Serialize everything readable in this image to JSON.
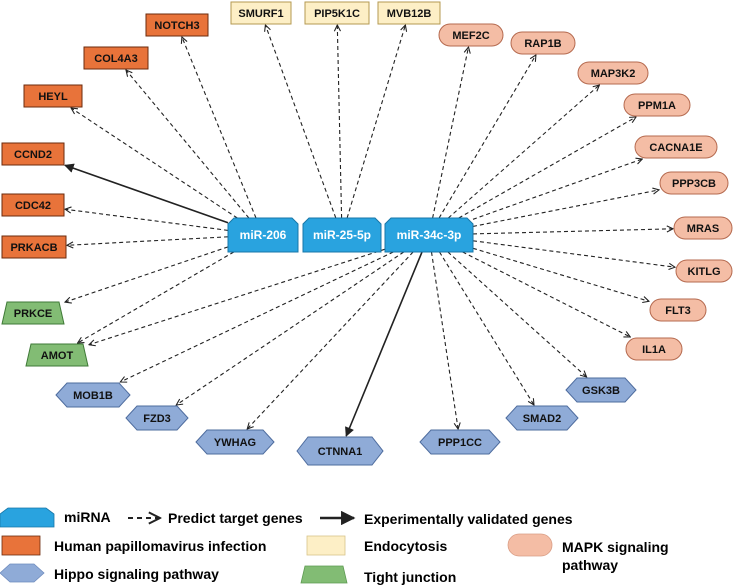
{
  "colors": {
    "mirna": "#29a3df",
    "hpv": "#e8733a",
    "endocytosis": "#fdefc6",
    "mapk": "#f4bda5",
    "hippo": "#8fabd7",
    "tight": "#82bc74",
    "edge": "#222222"
  },
  "mirnas": [
    {
      "id": "m206",
      "label": "miR-206"
    },
    {
      "id": "m25",
      "label": "miR-25-5p"
    },
    {
      "id": "m34",
      "label": "miR-34c-3p"
    }
  ],
  "genes": [
    {
      "id": "NOTCH3",
      "label": "NOTCH3",
      "group": "hpv"
    },
    {
      "id": "COL4A3",
      "label": "COL4A3",
      "group": "hpv"
    },
    {
      "id": "HEYL",
      "label": "HEYL",
      "group": "hpv"
    },
    {
      "id": "CCND2",
      "label": "CCND2",
      "group": "hpv"
    },
    {
      "id": "CDC42",
      "label": "CDC42",
      "group": "hpv"
    },
    {
      "id": "PRKACB",
      "label": "PRKACB",
      "group": "hpv"
    },
    {
      "id": "SMURF1",
      "label": "SMURF1",
      "group": "endocytosis"
    },
    {
      "id": "PIP5K1C",
      "label": "PIP5K1C",
      "group": "endocytosis"
    },
    {
      "id": "MVB12B",
      "label": "MVB12B",
      "group": "endocytosis"
    },
    {
      "id": "MEF2C",
      "label": "MEF2C",
      "group": "mapk"
    },
    {
      "id": "RAP1B",
      "label": "RAP1B",
      "group": "mapk"
    },
    {
      "id": "MAP3K2",
      "label": "MAP3K2",
      "group": "mapk"
    },
    {
      "id": "PPM1A",
      "label": "PPM1A",
      "group": "mapk"
    },
    {
      "id": "CACNA1E",
      "label": "CACNA1E",
      "group": "mapk"
    },
    {
      "id": "PPP3CB",
      "label": "PPP3CB",
      "group": "mapk"
    },
    {
      "id": "MRAS",
      "label": "MRAS",
      "group": "mapk"
    },
    {
      "id": "KITLG",
      "label": "KITLG",
      "group": "mapk"
    },
    {
      "id": "FLT3",
      "label": "FLT3",
      "group": "mapk"
    },
    {
      "id": "IL1A",
      "label": "IL1A",
      "group": "mapk"
    },
    {
      "id": "PRKCE",
      "label": "PRKCE",
      "group": "tight"
    },
    {
      "id": "AMOT",
      "label": "AMOT",
      "group": "tight"
    },
    {
      "id": "MOB1B",
      "label": "MOB1B",
      "group": "hippo"
    },
    {
      "id": "FZD3",
      "label": "FZD3",
      "group": "hippo"
    },
    {
      "id": "YWHAG",
      "label": "YWHAG",
      "group": "hippo"
    },
    {
      "id": "CTNNA1",
      "label": "CTNNA1",
      "group": "hippo"
    },
    {
      "id": "PPP1CC",
      "label": "PPP1CC",
      "group": "hippo"
    },
    {
      "id": "SMAD2",
      "label": "SMAD2",
      "group": "hippo"
    },
    {
      "id": "GSK3B",
      "label": "GSK3B",
      "group": "hippo"
    }
  ],
  "edges": [
    {
      "from": "m206",
      "to": "NOTCH3",
      "type": "predicted"
    },
    {
      "from": "m206",
      "to": "COL4A3",
      "type": "predicted"
    },
    {
      "from": "m206",
      "to": "HEYL",
      "type": "predicted"
    },
    {
      "from": "m206",
      "to": "CCND2",
      "type": "validated"
    },
    {
      "from": "m206",
      "to": "CDC42",
      "type": "predicted"
    },
    {
      "from": "m206",
      "to": "PRKACB",
      "type": "predicted"
    },
    {
      "from": "m206",
      "to": "PRKCE",
      "type": "predicted"
    },
    {
      "from": "m206",
      "to": "AMOT",
      "type": "predicted"
    },
    {
      "from": "m25",
      "to": "SMURF1",
      "type": "predicted"
    },
    {
      "from": "m25",
      "to": "PIP5K1C",
      "type": "predicted"
    },
    {
      "from": "m25",
      "to": "MVB12B",
      "type": "predicted"
    },
    {
      "from": "m34",
      "to": "MEF2C",
      "type": "predicted"
    },
    {
      "from": "m34",
      "to": "RAP1B",
      "type": "predicted"
    },
    {
      "from": "m34",
      "to": "MAP3K2",
      "type": "predicted"
    },
    {
      "from": "m34",
      "to": "PPM1A",
      "type": "predicted"
    },
    {
      "from": "m34",
      "to": "CACNA1E",
      "type": "predicted"
    },
    {
      "from": "m34",
      "to": "PPP3CB",
      "type": "predicted"
    },
    {
      "from": "m34",
      "to": "MRAS",
      "type": "predicted"
    },
    {
      "from": "m34",
      "to": "KITLG",
      "type": "predicted"
    },
    {
      "from": "m34",
      "to": "FLT3",
      "type": "predicted"
    },
    {
      "from": "m34",
      "to": "IL1A",
      "type": "predicted"
    },
    {
      "from": "m34",
      "to": "AMOT",
      "type": "predicted"
    },
    {
      "from": "m34",
      "to": "MOB1B",
      "type": "predicted"
    },
    {
      "from": "m34",
      "to": "FZD3",
      "type": "predicted"
    },
    {
      "from": "m34",
      "to": "YWHAG",
      "type": "predicted"
    },
    {
      "from": "m34",
      "to": "CTNNA1",
      "type": "validated"
    },
    {
      "from": "m34",
      "to": "PPP1CC",
      "type": "predicted"
    },
    {
      "from": "m34",
      "to": "SMAD2",
      "type": "predicted"
    },
    {
      "from": "m34",
      "to": "GSK3B",
      "type": "predicted"
    }
  ],
  "legend": {
    "mirna": "miRNA",
    "predicted": "Predict target genes",
    "validated": "Experimentally validated genes",
    "hpv": "Human papillomavirus infection",
    "endocytosis": "Endocytosis",
    "mapk_line1": "MAPK signaling",
    "mapk_line2": "pathway",
    "hippo": "Hippo signaling pathway",
    "tight": "Tight junction"
  }
}
